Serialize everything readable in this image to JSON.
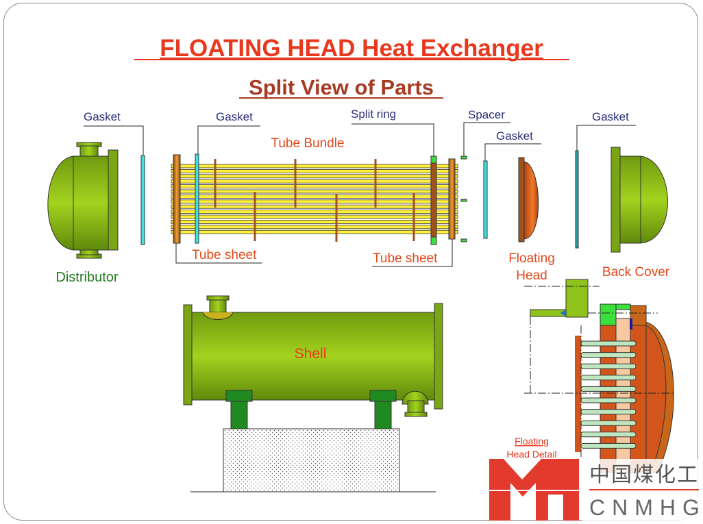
{
  "title": "FLOATING HEAD Heat Exchanger",
  "subtitle": "Split View of Parts",
  "labels": {
    "gasket_1": "Gasket",
    "gasket_2": "Gasket",
    "split_ring": "Split ring",
    "spacer": "Spacer",
    "gasket_3": "Gasket",
    "gasket_4": "Gasket",
    "tube_bundle": "Tube Bundle",
    "tube_sheet_left": "Tube sheet",
    "tube_sheet_right": "Tube sheet",
    "floating_head_line1": "Floating",
    "floating_head_line2": "Head",
    "back_cover": "Back Cover",
    "distributor": "Distributor",
    "shell": "Shell",
    "detail_line1": "Floating",
    "detail_line2": "Head  Detail"
  },
  "logo": {
    "mark": "MH",
    "chinese": "中国煤化工",
    "latin": "CNMHG"
  },
  "colors": {
    "title": "#e8381e",
    "subtitle": "#a63a22",
    "shell_green": "#8fc21a",
    "gasket": "#40e0e0",
    "tube": "#ffef3a",
    "brown": "#a0521d",
    "floating_head": "#d2561c"
  }
}
